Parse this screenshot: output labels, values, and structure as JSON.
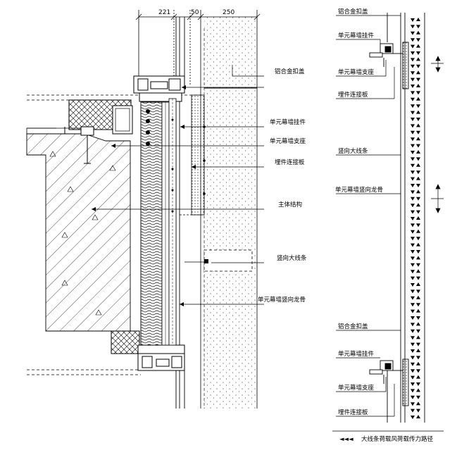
{
  "dimensions": {
    "d1": "221",
    "d2": "50",
    "d3": "250"
  },
  "section_labels": {
    "cover": "铝合金扣盖",
    "hanger": "单元幕墙挂件",
    "support": "单元幕墙支座",
    "plate": "埋件连接板",
    "structure": "主体结构",
    "fin": "竖向大线条",
    "mullion": "单元幕墙竖向龙骨"
  },
  "elevation_labels": {
    "top_cover": "铝合金扣盖",
    "top_hanger": "单元幕墙挂件",
    "top_support": "单元幕墙支座",
    "top_plate": "埋件连接板",
    "fin": "竖向大线条",
    "mullion": "单元幕墙竖向龙骨",
    "bot_cover": "铝合金扣盖",
    "bot_hanger": "单元幕墙挂件",
    "bot_support": "单元幕墙支座",
    "bot_plate": "埋件连接板"
  },
  "legend": {
    "arrows": "◄◄◄",
    "text": "大线条荷载风荷载传力路径"
  }
}
